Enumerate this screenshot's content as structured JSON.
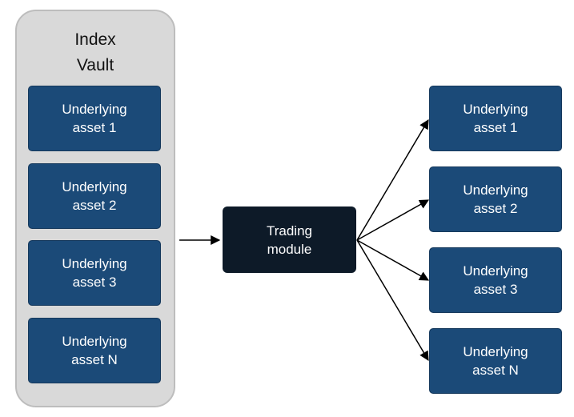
{
  "vault": {
    "title_line1": "Index",
    "title_line2": "Vault",
    "assets": [
      {
        "line1": "Underlying",
        "line2": "asset 1"
      },
      {
        "line1": "Underlying",
        "line2": "asset 2"
      },
      {
        "line1": "Underlying",
        "line2": "asset 3"
      },
      {
        "line1": "Underlying",
        "line2": "asset N"
      }
    ]
  },
  "trading_module": {
    "line1": "Trading",
    "line2": "module"
  },
  "outputs": [
    {
      "line1": "Underlying",
      "line2": "asset 1"
    },
    {
      "line1": "Underlying",
      "line2": "asset 2"
    },
    {
      "line1": "Underlying",
      "line2": "asset 3"
    },
    {
      "line1": "Underlying",
      "line2": "asset N"
    }
  ],
  "colors": {
    "asset_fill": "#1b4a78",
    "trading_fill": "#0d1a28",
    "vault_fill": "#d9d9d9",
    "arrow": "#000000"
  }
}
